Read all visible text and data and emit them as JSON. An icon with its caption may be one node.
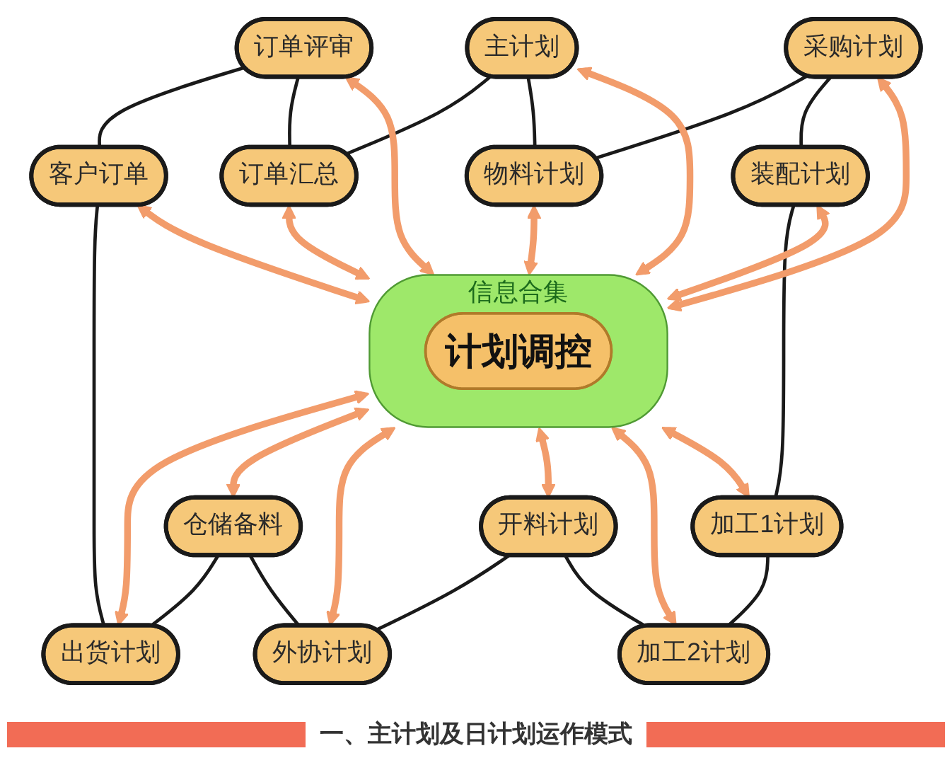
{
  "diagram": {
    "nodes": [
      {
        "text": [
          "主计划"
        ]
      },
      {
        "text": [
          "物料计划"
        ]
      },
      {
        "text": [
          "采购计划"
        ]
      },
      {
        "text": [
          "装配计划"
        ]
      },
      {
        "text": [
          "加工1计划"
        ]
      },
      {
        "text": [
          "加工2计划"
        ]
      },
      {
        "text": [
          "开料计划"
        ]
      },
      {
        "text": [
          "外协计划"
        ]
      },
      {
        "text": [
          "仓储备料"
        ]
      },
      {
        "text": [
          "出货计划"
        ]
      },
      {
        "text": [
          "客户订单"
        ]
      },
      {
        "text": [
          "订单评审"
        ]
      },
      {
        "text": [
          "订单汇总"
        ]
      },
      {
        "text": [
          "信息合集"
        ]
      },
      {
        "text": [
          "计划调控"
        ],
        "in": 13
      }
    ],
    "edges": [
      {
        "from": 11,
        "to": 10,
        "arrow": "none",
        "color": "#1a1a1a"
      },
      {
        "from": 11,
        "to": 12,
        "arrow": "none",
        "color": "#1a1a1a"
      },
      {
        "from": 0,
        "to": 12,
        "arrow": "none",
        "color": "#1a1a1a"
      },
      {
        "from": 0,
        "to": 1,
        "arrow": "none",
        "color": "#1a1a1a"
      },
      {
        "from": 2,
        "to": 1,
        "arrow": "none",
        "color": "#1a1a1a"
      },
      {
        "from": 2,
        "to": 3,
        "arrow": "none",
        "color": "#1a1a1a"
      },
      {
        "from": 10,
        "to": 9,
        "arrow": "none",
        "color": "#1a1a1a"
      },
      {
        "from": 8,
        "to": 9,
        "arrow": "none",
        "color": "#1a1a1a"
      },
      {
        "from": 8,
        "to": 7,
        "arrow": "none",
        "color": "#1a1a1a"
      },
      {
        "from": 6,
        "to": 7,
        "arrow": "none",
        "color": "#1a1a1a"
      },
      {
        "from": 6,
        "to": 5,
        "arrow": "none",
        "color": "#1a1a1a"
      },
      {
        "from": 4,
        "to": 5,
        "arrow": "none",
        "color": "#1a1a1a"
      },
      {
        "from": 3,
        "to": 4,
        "arrow": "none",
        "color": "#1a1a1a"
      },
      {
        "from": 11,
        "to": 13,
        "arrow": "both",
        "style": "thick",
        "color": "#f29c6b"
      },
      {
        "from": 10,
        "to": 13,
        "arrow": "both",
        "style": "thick",
        "color": "#f29c6b"
      },
      {
        "from": 12,
        "to": 13,
        "arrow": "both",
        "style": "thick",
        "color": "#f29c6b"
      },
      {
        "from": 0,
        "to": 13,
        "arrow": "both",
        "style": "thick",
        "color": "#f29c6b"
      },
      {
        "from": 1,
        "to": 13,
        "arrow": "both",
        "style": "thick",
        "color": "#f29c6b"
      },
      {
        "from": 2,
        "to": 13,
        "arrow": "both",
        "style": "thick",
        "color": "#f29c6b"
      },
      {
        "from": 3,
        "to": 13,
        "arrow": "both",
        "style": "thick",
        "color": "#f29c6b"
      },
      {
        "from": 13,
        "to": 9,
        "arrow": "both",
        "style": "thick",
        "color": "#f29c6b"
      },
      {
        "from": 13,
        "to": 8,
        "arrow": "both",
        "style": "thick",
        "color": "#f29c6b"
      },
      {
        "from": 13,
        "to": 7,
        "arrow": "both",
        "style": "thick",
        "color": "#f29c6b"
      },
      {
        "from": 13,
        "to": 6,
        "arrow": "both",
        "style": "thick",
        "color": "#f29c6b"
      },
      {
        "from": 13,
        "to": 5,
        "arrow": "both",
        "style": "thick",
        "color": "#f29c6b"
      },
      {
        "from": 13,
        "to": 4,
        "arrow": "both",
        "style": "thick",
        "color": "#f29c6b"
      }
    ],
    "caption": "一、主计划及日计划运作模式"
  }
}
